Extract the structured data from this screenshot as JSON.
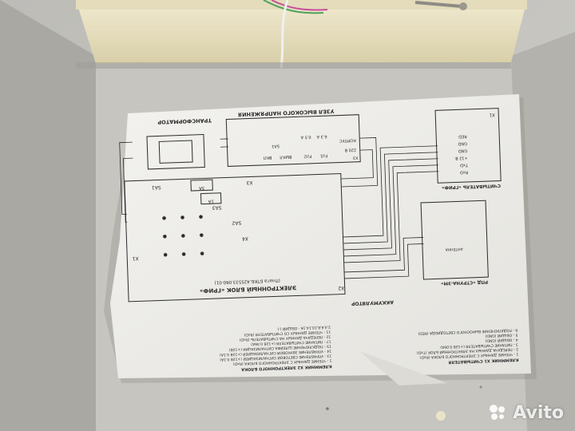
{
  "photo": {
    "subject": "",
    "colors": {
      "box_interior": "#c9c8c2",
      "paper": "#eeedea",
      "ink": "#2b2b2b",
      "lid": "#e7dfc0",
      "shadow": "#8f8e88"
    }
  },
  "sheet": {
    "top_title": "КЛЕММНИК Х1 СЧИТЫВАТЕЛЯ",
    "legend_x1": [
      "1 - ЧТЕНИЕ ДАННЫХ С ЭЛЕКТРОННОГО БЛОКА (RxD)",
      "2 - ПЕРЕДАЧА ДАННЫХ НА ЭЛЕКТРОННЫЙ БЛОК (TxD)",
      "3 - ПИТАНИЕ СЧИТЫВАТЕЛЯ (+12В 0.06А)",
      "4 - ОБЩИЙ (GND)",
      "5 - ОБЩИЙ (GND)",
      "6 - ПОДКЛЮЧЕНИЕ ВЫНОСНОГО СВЕТОДИОДА (RED)"
    ],
    "x2_title": "КЛЕММНИК Х2 ЭЛЕКТРОННОГО БЛОКА",
    "legend_x2": [
      "1 - ЧТЕНИЕ ДАННЫХ С ЭЛЕКТРОННОГО БЛОКА (RxD)",
      "13 - УПРАВЛЕНИЕ СВЕТОВОЙ СИГНАЛИЗАЦИЕЙ (+12В 0.1А)",
      "14 - УПРАВЛЕНИЕ ЗВУКОВОЙ СИГНАЛИЗАЦИЕЙ (+12В 0.1А)",
      "15 - ПОДКЛЮЧЕНИЕ ШЛЕЙФА СИГНАЛИЗАЦИИ (+12В)",
      "17 - ПИТАНИЕ СЧИТЫВАТЕЛЯ (+12В 0.06А)",
      "12 - ПЕРЕДАЧА ДАННЫХ НА СЧИТЫВАТЕЛЬ (RxD)",
      "11 - ЧТЕНИЕ ДАННЫХ СО СЧИТЫВАТЕЛЯ (RxD)",
      "2,4,6,8,10,14,16 - ОБЩИЙ (-)"
    ],
    "battery": "АККУМУЛЯТОР",
    "unit_title": "ЭЛЕКТРОННЫЙ БЛОК «ГРИФ»",
    "unit_code": "(Плата БТКБ.425533.060-01)",
    "hv_unit": "УЗЕЛ ВЫСОКОГО НАПРЯЖЕНИЯ",
    "transformer": "ТРАНСФОРМАТОР",
    "reader": "СЧИТЫВАТЕЛЬ «ГРИФ»",
    "rpd": "РПД «СТРУНА-3М»",
    "labels": {
      "x1": "Х1",
      "x2": "Х2",
      "x3": "Х3",
      "x4": "Х4",
      "sa1": "SA1",
      "sa2": "SA2",
      "sa3": "SA3",
      "a1": "1А",
      "a3": "3А",
      "v220": "220 В",
      "korpus": "КОРПУС",
      "fu1": "FU1",
      "fu2": "FU2",
      "fuse05": "0.5 А",
      "fuse63": "6.3 А",
      "hv_on": "ВКЛ",
      "hv_off": "ВЫКЛ",
      "rxd": "RxD",
      "txd": "TxD",
      "v12": "+12 В",
      "gnd": "GND",
      "red": "RED",
      "antenna": "АНТЕННА"
    }
  },
  "watermark": "Avito"
}
